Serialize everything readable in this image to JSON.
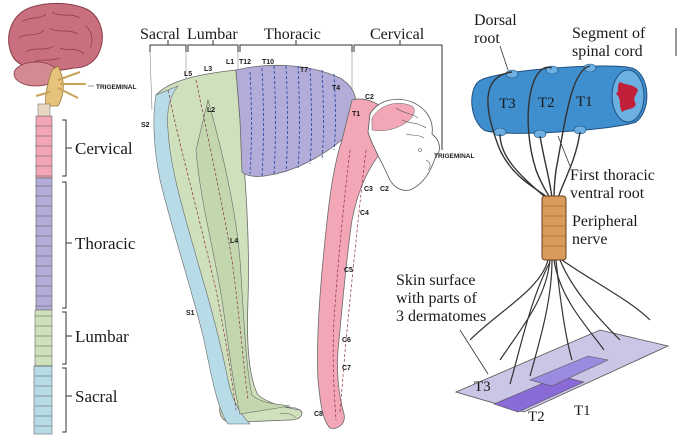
{
  "colors": {
    "cervical": "#f2a6b6",
    "thoracic": "#b3acd8",
    "lumbar": "#cfe0bd",
    "sacral": "#b8dbe8",
    "cord_blue": "#3f8fcf",
    "cord_red": "#c1203a",
    "nerve_tan": "#d99a5b"
  },
  "spine_sections": [
    {
      "id": "cervical",
      "label": "Cervical"
    },
    {
      "id": "thoracic",
      "label": "Thoracic"
    },
    {
      "id": "lumbar",
      "label": "Lumbar"
    },
    {
      "id": "sacral",
      "label": "Sacral"
    }
  ],
  "spine_trigeminal": "TRIGEMINAL",
  "figure_header": {
    "sacral": "Sacral",
    "lumbar": "Lumbar",
    "thoracic": "Thoracic",
    "cervical": "Cervical"
  },
  "figure_labels": {
    "l5": "L5",
    "l3": "L3",
    "l1": "L1",
    "t12": "T12",
    "t10": "T10",
    "t7": "T7",
    "t4": "T4",
    "t1": "T1",
    "c2_top": "C2",
    "s2": "S2",
    "l2": "L2",
    "c3": "C3",
    "c2_face": "C2",
    "c4": "C4",
    "l4": "L4",
    "c5": "C5",
    "s1": "S1",
    "c6": "C6",
    "c7": "C7",
    "c8": "C8",
    "trigeminal": "TRIGEMINAL"
  },
  "cord_labels": {
    "dorsal_root_1": "Dorsal",
    "dorsal_root_2": "root",
    "segment_1": "Segment of",
    "segment_2": "spinal cord",
    "t3": "T3",
    "t2": "T2",
    "t1": "T1",
    "first_thoracic_1": "First thoracic",
    "first_thoracic_2": "ventral root",
    "peripheral_1": "Peripheral",
    "peripheral_2": "nerve",
    "skin_1": "Skin surface",
    "skin_2": "with parts of",
    "skin_3": "3 dermatomes",
    "patch_t3": "T3",
    "patch_t2": "T2",
    "patch_t1": "T1"
  }
}
